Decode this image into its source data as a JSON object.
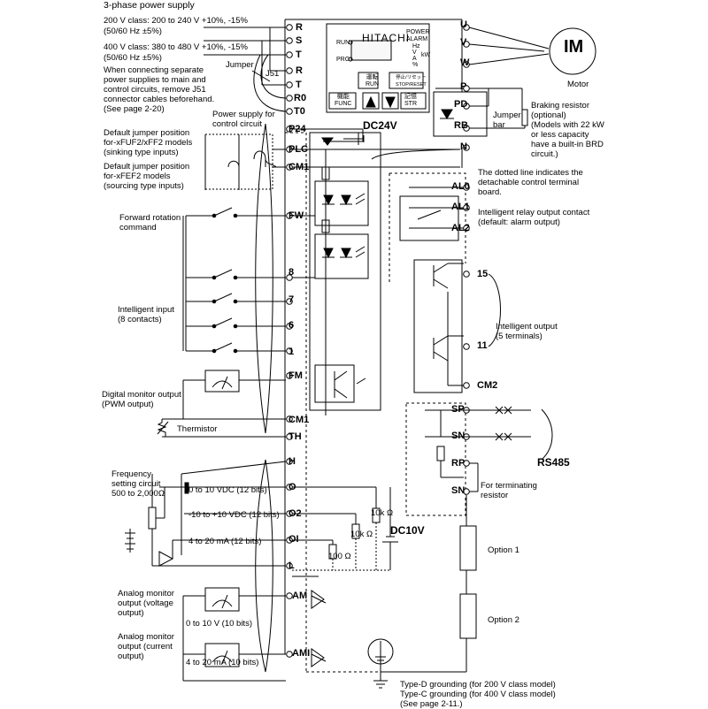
{
  "power_supply": {
    "heading": "3-phase power supply",
    "class200": "200 V class: 200 to 240 V +10%, -15%",
    "class200_freq": "(50/60 Hz ±5%)",
    "class400": "400 V class: 380 to 480 V +10%, -15%",
    "class400_freq": "(50/60 Hz ±5%)",
    "separate_note": "When connecting separate\npower supplies to main and\ncontrol circuits, remove J51\nconnector cables beforehand.\n(See page 2-20)",
    "jumper_label": "Jumper",
    "j51_label": "J51",
    "control_supply_label": "Power supply for\ncontrol circuit"
  },
  "jumper_positions": {
    "sinking": "Default jumper position\nfor-xFUF2/xFF2 models\n(sinking type inputs)",
    "sourcing": "Default jumper position\nfor-xFEF2 models\n(sourcing type inputs)"
  },
  "inputs": {
    "forward": "Forward rotation\ncommand",
    "intelligent": "Intelligent input\n(8 contacts)",
    "digital_monitor": "Digital monitor output\n(PWM output)",
    "thermistor": "Thermistor"
  },
  "analog": {
    "freq_circuit": "Frequency\nsetting circuit\n500 to 2,000Ω",
    "v_0_10": "0 to 10 VDC (12 bits)",
    "v_pm10": "-10 to +10 VDC (12 bits)",
    "ma_4_20": "4 to 20 mA (12 bits)",
    "r10k_a": "10k Ω",
    "r10k_b": "10k Ω",
    "r100": "100 Ω",
    "dc10v": "DC10V",
    "dc24v": "DC24V",
    "am_desc": "Analog monitor\noutput (voltage\noutput)",
    "am_range": "0 to 10 V (10 bits)",
    "ami_desc": "Analog monitor\noutput (current\noutput)",
    "ami_range": "4 to 20 mA (10 bits)"
  },
  "left_terminals": [
    "R",
    "S",
    "T",
    "R",
    "T",
    "R0",
    "T0",
    "P24",
    "PLC",
    "CM1",
    "FW",
    "8",
    "7",
    "6",
    "1",
    "FM",
    "CM1",
    "TH",
    "H",
    "O",
    "O2",
    "OI",
    "L",
    "AM",
    "AMI"
  ],
  "right_terminals": [
    "U",
    "V",
    "W",
    "P",
    "PD",
    "RB",
    "N",
    "AL0",
    "AL1",
    "AL2",
    "15",
    "11",
    "CM2",
    "SP",
    "SN",
    "RP",
    "SN"
  ],
  "operator_panel": {
    "brand": "HITACHI",
    "indicators": [
      "POWER",
      "ALARM",
      "Hz",
      "V",
      "A",
      "kW",
      "%"
    ],
    "run_label": "RUN",
    "prg_label": "PRG",
    "key_run": "運転\nRUN",
    "key_func": "機能\nFUNC",
    "key_stop": "停止/リセット\nSTOP/RESET",
    "key_store": "記憶\nSTR"
  },
  "motor": {
    "symbol": "IM",
    "label": "Motor"
  },
  "braking": {
    "resistor": "Braking resistor\n(optional)\n(Models with 22 kW\nor less capacity\nhave a built-in BRD\ncircuit.)",
    "jumper_bar": "Jumper\nbar"
  },
  "outputs": {
    "dotted_note": "The dotted line indicates the\ndetachable control terminal\nboard.",
    "relay": "Intelligent relay output contact\n(default: alarm output)",
    "intelligent": "Intelligent output\n(5 terminals)",
    "rs485": "RS485",
    "terminating": "For terminating\nresistor",
    "option1": "Option 1",
    "option2": "Option 2",
    "grounding": "Type-D grounding (for 200 V class model)\nType-C grounding (for 400 V class model)\n(See page 2-11.)"
  }
}
